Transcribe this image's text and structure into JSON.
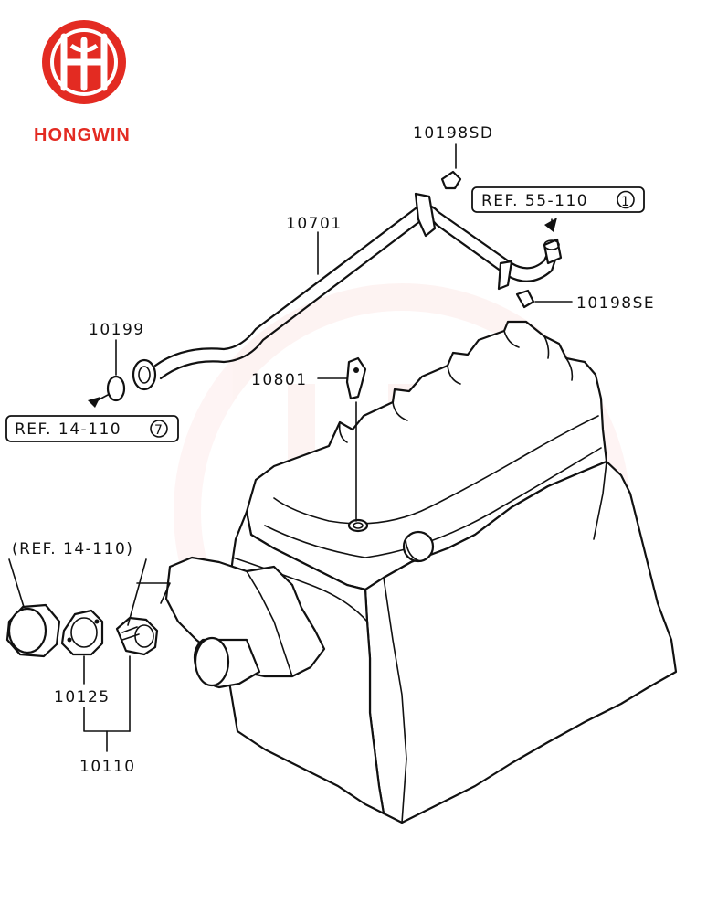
{
  "brand": {
    "name": "HONGWIN",
    "color": "#e32b22"
  },
  "callouts": {
    "part_10198SD": "10198SD",
    "part_10701": "10701",
    "part_10198SE": "10198SE",
    "part_10199": "10199",
    "part_10801": "10801",
    "part_10125": "10125",
    "part_10110": "10110"
  },
  "refs": {
    "ref_55_110": "REF. 55-110",
    "ref_55_110_num": "1",
    "ref_14_110": "REF. 14-110",
    "ref_14_110_num": "7",
    "ref_14_110_paren": "(REF. 14-110)"
  },
  "icons": {
    "logo": "hongwin-logo-icon",
    "arrow": "arrow-icon"
  }
}
